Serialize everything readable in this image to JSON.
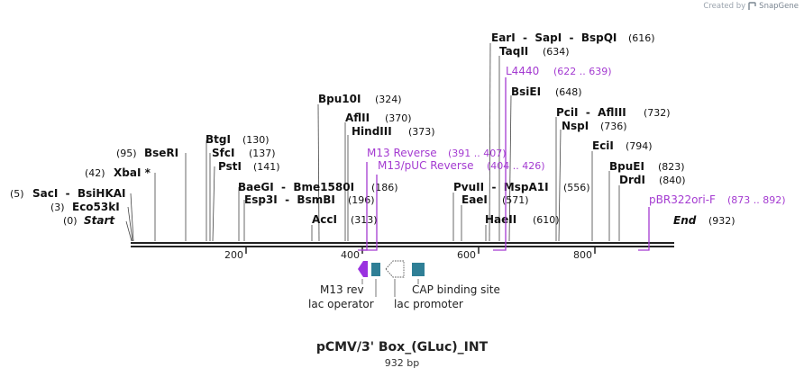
{
  "credit": {
    "prefix": "Created by",
    "brand": "SnapGene"
  },
  "plasmid": {
    "name": "pCMV/3' Box_(GLuc)_INT",
    "size_label": "932 bp",
    "length": 932
  },
  "scale": {
    "start": 0,
    "end": 932,
    "ticks": [
      200,
      400,
      600,
      800
    ]
  },
  "colors": {
    "text": "#111111",
    "primer": "#a43bd1",
    "feature": "#2f7f96",
    "arrow": "#9a32e0"
  },
  "sites": [
    {
      "name": "Start",
      "pos": "(0)",
      "at": 0,
      "style": "end"
    },
    {
      "name": "Eco53kI",
      "pos": "(3)",
      "at": 3
    },
    {
      "name": "SacI  -  BsiHKAI",
      "pos": "(5)",
      "at": 5
    },
    {
      "name": "XbaI *",
      "pos": "(42)",
      "at": 42
    },
    {
      "name": "BseRI",
      "pos": "(95)",
      "at": 95
    },
    {
      "name": "BtgI",
      "pos": "(130)",
      "at": 130
    },
    {
      "name": "SfcI",
      "pos": "(137)",
      "at": 137
    },
    {
      "name": "PstI",
      "pos": "(141)",
      "at": 141
    },
    {
      "name": "BaeGI  -  Bme1580I",
      "pos": "(186)",
      "at": 186
    },
    {
      "name": "Esp3I  -  BsmBI",
      "pos": "(196)",
      "at": 196
    },
    {
      "name": "AccI",
      "pos": "(313)",
      "at": 313
    },
    {
      "name": "Bpu10I",
      "pos": "(324)",
      "at": 324
    },
    {
      "name": "AflII",
      "pos": "(370)",
      "at": 370
    },
    {
      "name": "HindIII",
      "pos": "(373)",
      "at": 373
    },
    {
      "name": "PvuII  -  MspA1I",
      "pos": "(556)",
      "at": 556
    },
    {
      "name": "EaeI",
      "pos": "(571)",
      "at": 571
    },
    {
      "name": "HaeII",
      "pos": "(610)",
      "at": 610
    },
    {
      "name": "EarI  -  SapI  -  BspQI",
      "pos": "(616)",
      "at": 616
    },
    {
      "name": "TaqII",
      "pos": "(634)",
      "at": 634
    },
    {
      "name": "BsiEI",
      "pos": "(648)",
      "at": 648
    },
    {
      "name": "PciI  -  AflIII",
      "pos": "(732)",
      "at": 732
    },
    {
      "name": "NspI",
      "pos": "(736)",
      "at": 736
    },
    {
      "name": "EciI",
      "pos": "(794)",
      "at": 794
    },
    {
      "name": "BpuEI",
      "pos": "(823)",
      "at": 823
    },
    {
      "name": "DrdI",
      "pos": "(840)",
      "at": 840
    },
    {
      "name": "End",
      "pos": "(932)",
      "at": 932,
      "style": "end"
    }
  ],
  "primers": [
    {
      "name": "M13 Reverse",
      "range": "(391 .. 407)",
      "start": 391,
      "end": 407
    },
    {
      "name": "M13/pUC Reverse",
      "range": "(404 .. 426)",
      "start": 404,
      "end": 426
    },
    {
      "name": "L4440",
      "range": "(622 .. 639)",
      "start": 622,
      "end": 639
    },
    {
      "name": "pBR322ori-F",
      "range": "(873 .. 892)",
      "start": 873,
      "end": 892
    }
  ],
  "features": [
    {
      "name": "M13 rev",
      "icon": "left-arrow-icon"
    },
    {
      "name": "lac operator",
      "icon": "box-icon"
    },
    {
      "name": "lac promoter",
      "icon": "left-arrow-outline-icon"
    },
    {
      "name": "CAP binding site",
      "icon": "box-icon"
    }
  ]
}
